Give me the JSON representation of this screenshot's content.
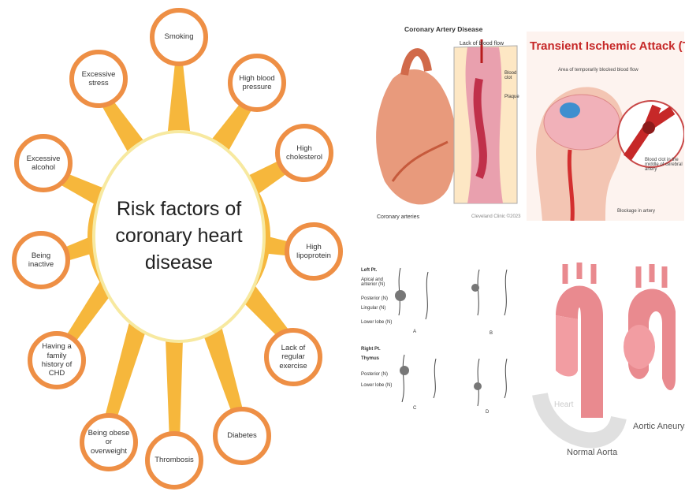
{
  "mindmap": {
    "center_title": "Risk factors of coronary heart disease",
    "factors": [
      "Smoking",
      "High blood pressure",
      "High cholesterol",
      "High lipoprotein",
      "Lack of regular exercise",
      "Diabetes",
      "Thrombosis",
      "Being obese or overweight",
      "Having a family history of CHD",
      "Being inactive",
      "Excessive alcohol",
      "Excessive stress"
    ]
  },
  "cad": {
    "title": "Coronary Artery Disease",
    "label_flow": "Lack of blood flow",
    "label_clot": "Blood clot",
    "label_plaque": "Plaque",
    "label_arteries": "Coronary arteries",
    "credit": "Cleveland Clinic ©2023"
  },
  "tia": {
    "title": "Transient Ischemic Attack (TIA)",
    "label_area": "Area of temporarily blocked blood flow",
    "label_clot": "Blood clot in the middle of cerebral artery",
    "label_blockage": "Blockage in artery"
  },
  "sketch": {
    "left_label": "Left Pt.",
    "right_label": "Right Pt.",
    "thymus": "Thymus",
    "left_lines": [
      "Apical and anterior (N)",
      "Posterior (N)",
      "Lingular (N)",
      "Lower lobe (N)"
    ],
    "right_lines": [
      "Posterior (N)",
      "Lower lobe (N)"
    ],
    "panels": [
      "A",
      "B",
      "C",
      "D"
    ]
  },
  "aorta": {
    "watermark": "Heart",
    "normal": "Normal Aorta",
    "aneurysm": "Aortic Aneurysm"
  },
  "colors": {
    "ring": "#ee8f45",
    "spoke": "#f6b73c",
    "hub_border": "#f7e9a0"
  }
}
